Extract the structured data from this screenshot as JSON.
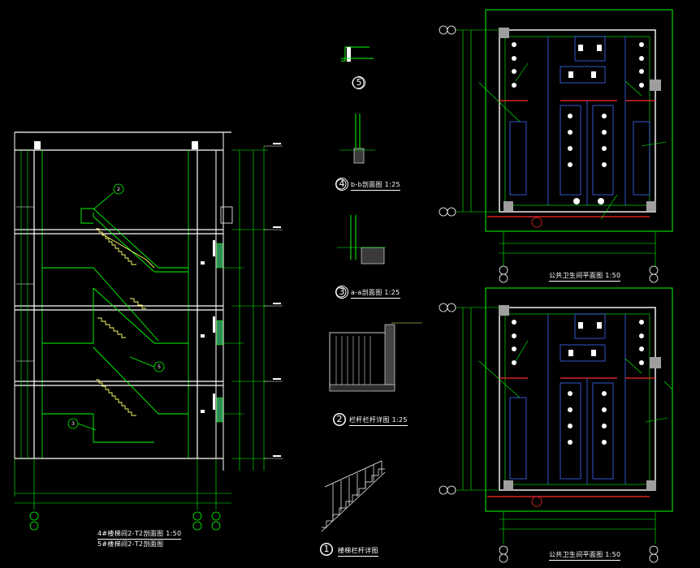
{
  "section": {
    "title_1": "4#楼梯间2-T2剖面图 1:50",
    "title_2": "5#楼梯间2-T2剖面图",
    "callouts": [
      "2",
      "5",
      "3"
    ]
  },
  "details": [
    {
      "id": "detail-5",
      "number": "5",
      "label": ""
    },
    {
      "id": "detail-4",
      "number": "4",
      "label": "b-b剖面图 1:25"
    },
    {
      "id": "detail-3",
      "number": "3",
      "label": "a-a剖面图 1:25"
    },
    {
      "id": "detail-2",
      "number": "2",
      "label": "栏杆栏杆详图 1:25"
    },
    {
      "id": "detail-1",
      "number": "1",
      "label": "楼梯栏杆详图"
    }
  ],
  "plans": [
    {
      "id": "plan-top",
      "label": "公共卫生间平面图 1:50"
    },
    {
      "id": "plan-bottom",
      "label": "公共卫生间平面图 1:50"
    }
  ],
  "colors": {
    "background": "#000000",
    "wall": "#ffffff",
    "structure": "#00ff00",
    "dimension": "#00ff00",
    "fixture": "#3f6bff",
    "stair": "#ffff66",
    "hatch": "#ff2a2a",
    "text": "#ffffff",
    "cyan": "#00ffff"
  }
}
